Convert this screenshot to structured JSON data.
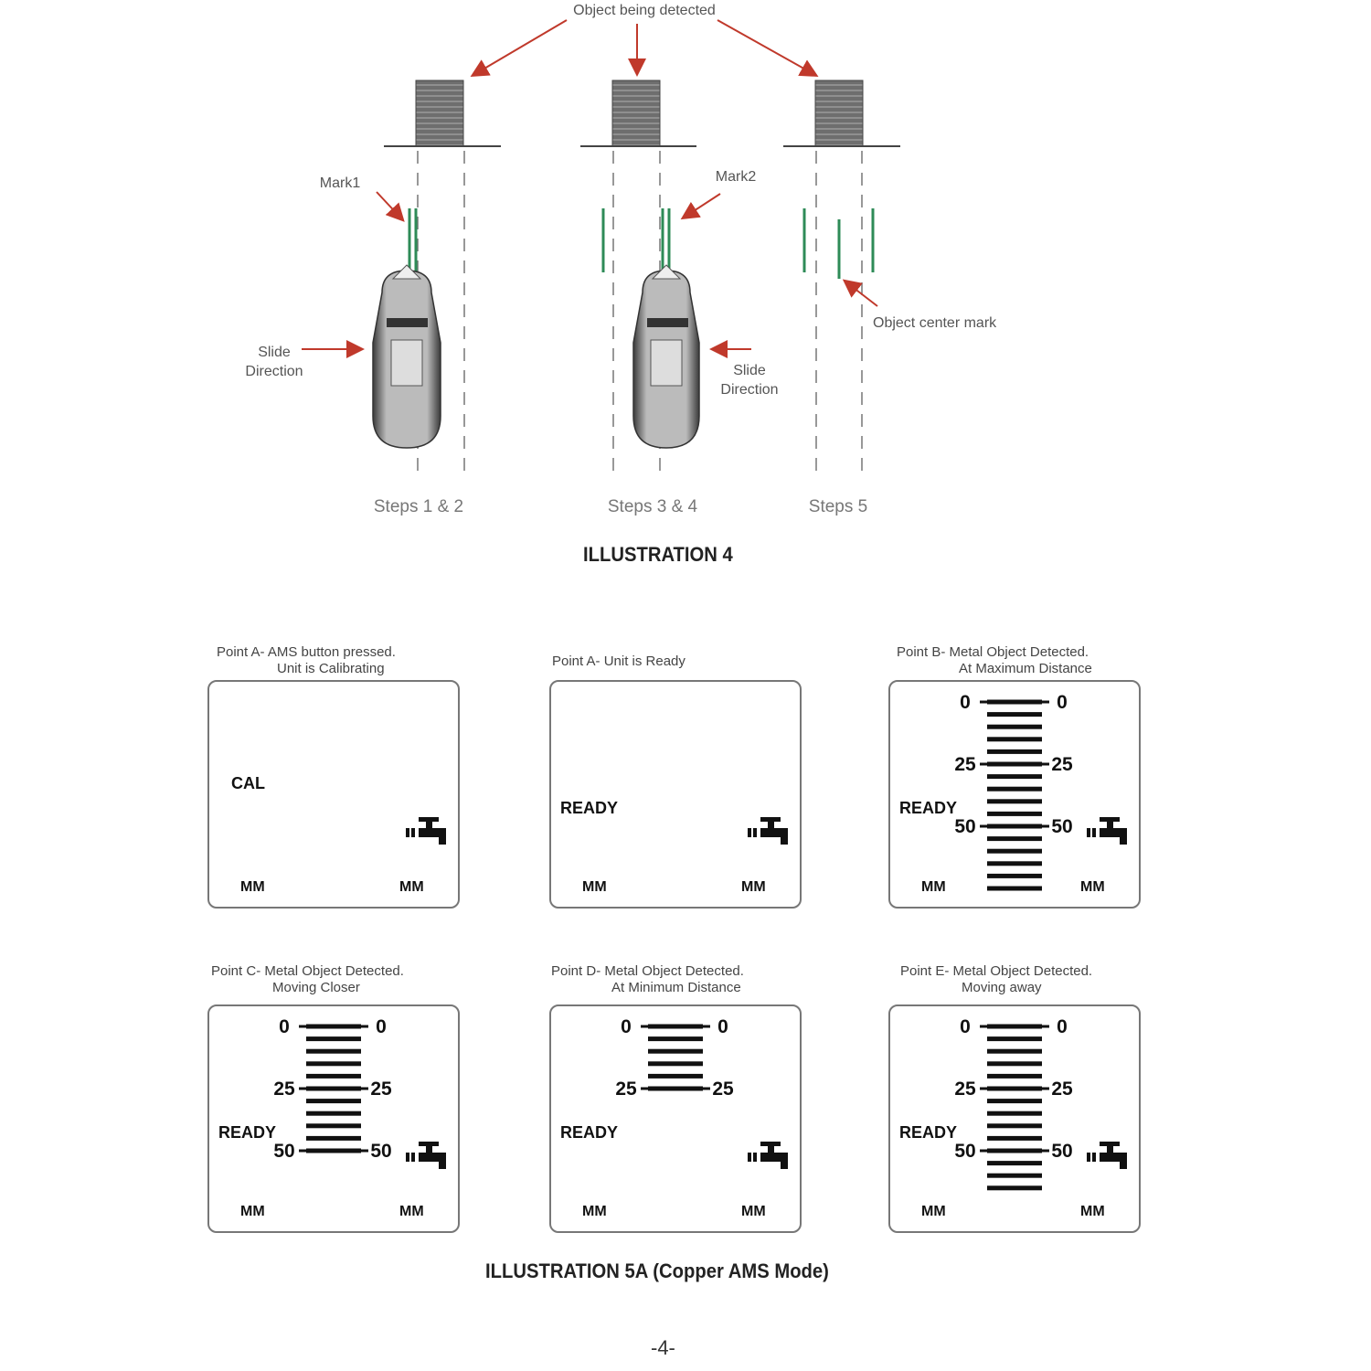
{
  "illustration4": {
    "object_label": "Object being detected",
    "mark1": "Mark1",
    "mark2": "Mark2",
    "center_mark": "Object center mark",
    "slide_left": [
      "Slide",
      "Direction"
    ],
    "slide_right": [
      "Slide",
      "Direction"
    ],
    "steps": [
      "Steps 1 & 2",
      "Steps 3 & 4",
      "Steps 5"
    ],
    "title": "ILLUSTRATION 4"
  },
  "illustration5a": {
    "title": "ILLUSTRATION 5A (Copper AMS Mode)",
    "screens": [
      {
        "caption1": "Point A- AMS button pressed.",
        "caption2": "Unit is Calibrating",
        "status": "CAL",
        "bars": 0,
        "scale": [],
        "mm_left": "MM",
        "mm_right": "MM"
      },
      {
        "caption1": "Point A- Unit is Ready",
        "caption2": "",
        "status": "READY",
        "bars": 0,
        "scale": [],
        "mm_left": "MM",
        "mm_right": "MM"
      },
      {
        "caption1": "Point B- Metal Object Detected.",
        "caption2": "At Maximum Distance",
        "status": "READY",
        "bars": 16,
        "scale": [
          "0",
          "25",
          "50"
        ],
        "mm_left": "MM",
        "mm_right": "MM"
      },
      {
        "caption1": "Point C- Metal Object Detected.",
        "caption2": "Moving Closer",
        "status": "READY",
        "bars": 11,
        "scale": [
          "0",
          "25",
          "50"
        ],
        "mm_left": "MM",
        "mm_right": "MM"
      },
      {
        "caption1": "Point D- Metal Object Detected.",
        "caption2": "At Minimum Distance",
        "status": "READY",
        "bars": 6,
        "scale": [
          "0",
          "25"
        ],
        "mm_left": "MM",
        "mm_right": "MM"
      },
      {
        "caption1": "Point E- Metal Object Detected.",
        "caption2": "Moving away",
        "status": "READY",
        "bars": 14,
        "scale": [
          "0",
          "25",
          "50"
        ],
        "mm_left": "MM",
        "mm_right": "MM"
      }
    ]
  },
  "page_number": "-4-",
  "colors": {
    "arrow": "#c0392b",
    "mark": "#2e8b57",
    "lcd": "#111111"
  }
}
